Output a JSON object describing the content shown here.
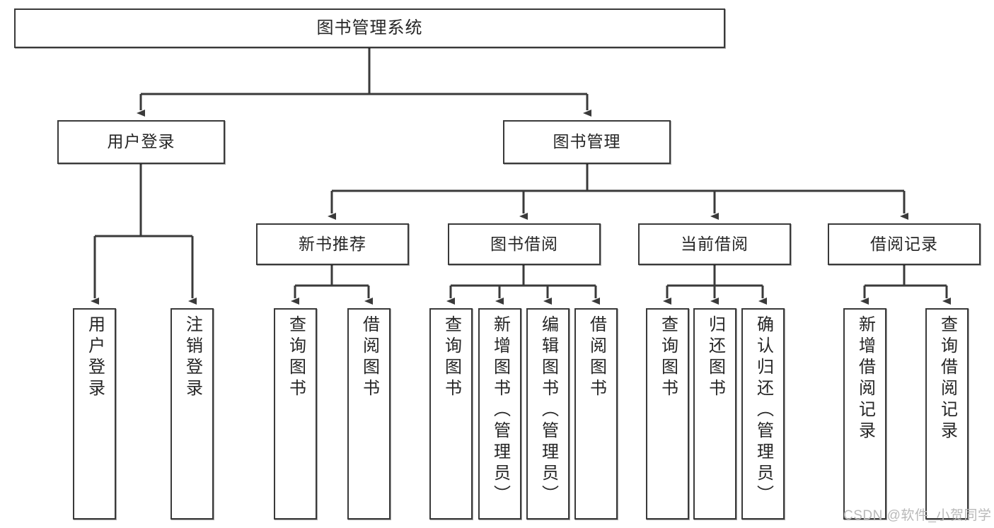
{
  "diagram": {
    "title": "图书管理系统",
    "type": "hierarchy-tree",
    "watermark": "CSDN @软件_小贺同学",
    "colors": {
      "stroke": "#3a3a3a",
      "fill": "#ffffff",
      "text": "#262626",
      "watermark": "#b9b9b9"
    },
    "root": {
      "label": "图书管理系统"
    },
    "level1": [
      {
        "label": "用户登录"
      },
      {
        "label": "图书管理"
      }
    ],
    "level2": [
      {
        "label": "新书推荐"
      },
      {
        "label": "图书借阅"
      },
      {
        "label": "当前借阅"
      },
      {
        "label": "借阅记录"
      }
    ],
    "leaves": {
      "user_login": [
        {
          "label": "用户登录"
        },
        {
          "label": "注销登录"
        }
      ],
      "new_book": [
        {
          "label": "查询图书"
        },
        {
          "label": "借阅图书"
        }
      ],
      "borrow_book": [
        {
          "label": "查询图书"
        },
        {
          "label": "新增图书（管理员）"
        },
        {
          "label": "编辑图书（管理员）"
        },
        {
          "label": "借阅图书"
        }
      ],
      "current_borrow": [
        {
          "label": "查询图书"
        },
        {
          "label": "归还图书"
        },
        {
          "label": "确认归还（管理员）"
        }
      ],
      "borrow_record": [
        {
          "label": "新增借阅记录"
        },
        {
          "label": "查询借阅记录"
        }
      ]
    }
  }
}
